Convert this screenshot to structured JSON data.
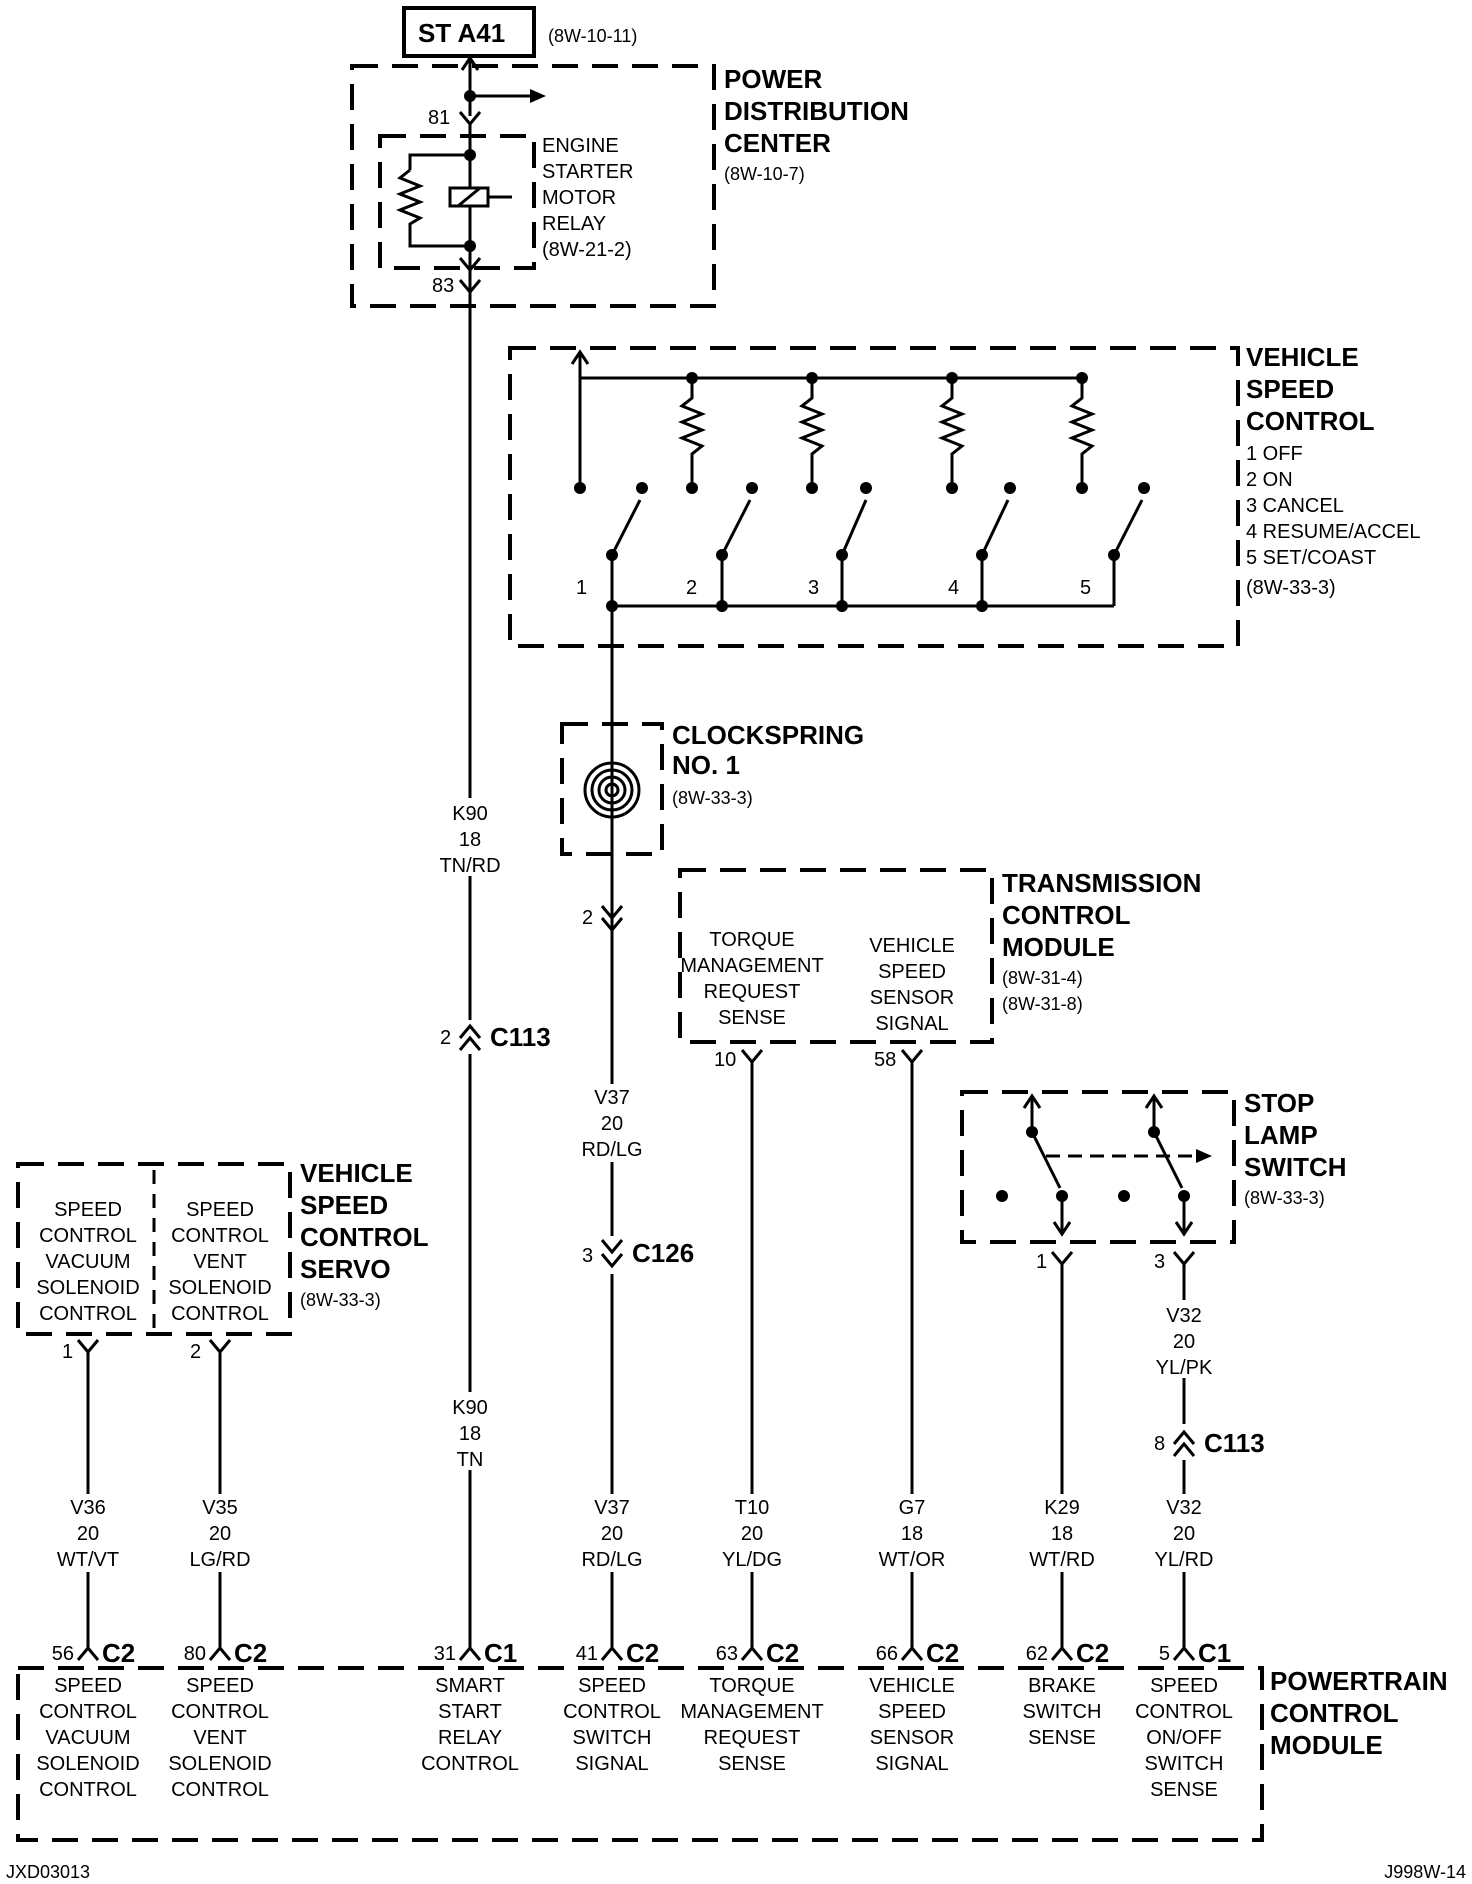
{
  "fuse": {
    "label": "ST A41",
    "ref": "(8W-10-11)"
  },
  "pdc": {
    "title": [
      "POWER",
      "DISTRIBUTION",
      "CENTER"
    ],
    "ref": "(8W-10-7)",
    "pin_top": "81",
    "pin_bottom": "83"
  },
  "relay": {
    "lines": [
      "ENGINE",
      "STARTER",
      "MOTOR",
      "RELAY"
    ],
    "ref": "(8W-21-2)"
  },
  "vsc": {
    "title": [
      "VEHICLE",
      "SPEED",
      "CONTROL"
    ],
    "items": [
      "1 OFF",
      "2 ON",
      "3 CANCEL",
      "4 RESUME/ACCEL",
      "5 SET/COAST"
    ],
    "ref": "(8W-33-3)",
    "switch_nums": [
      "1",
      "2",
      "3",
      "4",
      "5"
    ]
  },
  "clockspring": {
    "title": [
      "CLOCKSPRING",
      "NO. 1"
    ],
    "ref": "(8W-33-3)",
    "pin": "2"
  },
  "tcm": {
    "title": [
      "TRANSMISSION",
      "CONTROL",
      "MODULE"
    ],
    "refs": [
      "(8W-31-4)",
      "(8W-31-8)"
    ],
    "left": [
      "TORQUE",
      "MANAGEMENT",
      "REQUEST",
      "SENSE"
    ],
    "right": [
      "VEHICLE",
      "SPEED",
      "SENSOR",
      "SIGNAL"
    ],
    "pin_left": "10",
    "pin_right": "58"
  },
  "stop": {
    "title": [
      "STOP",
      "LAMP",
      "SWITCH"
    ],
    "ref": "(8W-33-3)",
    "pin_left": "1",
    "pin_right": "3"
  },
  "servo": {
    "title": [
      "VEHICLE",
      "SPEED",
      "CONTROL",
      "SERVO"
    ],
    "ref": "(8W-33-3)",
    "left": [
      "SPEED",
      "CONTROL",
      "VACUUM",
      "SOLENOID",
      "CONTROL"
    ],
    "right": [
      "SPEED",
      "CONTROL",
      "VENT",
      "SOLENOID",
      "CONTROL"
    ],
    "pin_left": "1",
    "pin_right": "2"
  },
  "connectors": {
    "c113_a": {
      "pin": "2",
      "name": "C113"
    },
    "c126": {
      "pin": "3",
      "name": "C126"
    },
    "c113_b": {
      "pin": "8",
      "name": "C113"
    }
  },
  "wires": {
    "k90_top": [
      "K90",
      "18",
      "TN/RD"
    ],
    "v37_top": [
      "V37",
      "20",
      "RD/LG"
    ],
    "v32_top": [
      "V32",
      "20",
      "YL/PK"
    ],
    "v36": [
      "V36",
      "20",
      "WT/VT"
    ],
    "v35": [
      "V35",
      "20",
      "LG/RD"
    ],
    "k90_bot": [
      "K90",
      "18",
      "TN"
    ],
    "v37_bot": [
      "V37",
      "20",
      "RD/LG"
    ],
    "t10": [
      "T10",
      "20",
      "YL/DG"
    ],
    "g7": [
      "G7",
      "18",
      "WT/OR"
    ],
    "k29": [
      "K29",
      "18",
      "WT/RD"
    ],
    "v32_bot": [
      "V32",
      "20",
      "YL/RD"
    ]
  },
  "pcm": {
    "title": [
      "POWERTRAIN",
      "CONTROL",
      "MODULE"
    ],
    "pins": [
      {
        "pin": "56",
        "conn": "C2",
        "lines": [
          "SPEED",
          "CONTROL",
          "VACUUM",
          "SOLENOID",
          "CONTROL"
        ]
      },
      {
        "pin": "80",
        "conn": "C2",
        "lines": [
          "SPEED",
          "CONTROL",
          "VENT",
          "SOLENOID",
          "CONTROL"
        ]
      },
      {
        "pin": "31",
        "conn": "C1",
        "lines": [
          "SMART",
          "START",
          "RELAY",
          "CONTROL"
        ]
      },
      {
        "pin": "41",
        "conn": "C2",
        "lines": [
          "SPEED",
          "CONTROL",
          "SWITCH",
          "SIGNAL"
        ]
      },
      {
        "pin": "63",
        "conn": "C2",
        "lines": [
          "TORQUE",
          "MANAGEMENT",
          "REQUEST",
          "SENSE"
        ]
      },
      {
        "pin": "66",
        "conn": "C2",
        "lines": [
          "VEHICLE",
          "SPEED",
          "SENSOR",
          "SIGNAL"
        ]
      },
      {
        "pin": "62",
        "conn": "C2",
        "lines": [
          "BRAKE",
          "SWITCH",
          "SENSE"
        ]
      },
      {
        "pin": "5",
        "conn": "C1",
        "lines": [
          "SPEED",
          "CONTROL",
          "ON/OFF",
          "SWITCH",
          "SENSE"
        ]
      }
    ]
  },
  "footer": {
    "left": "JXD03013",
    "right": "J998W-14"
  }
}
